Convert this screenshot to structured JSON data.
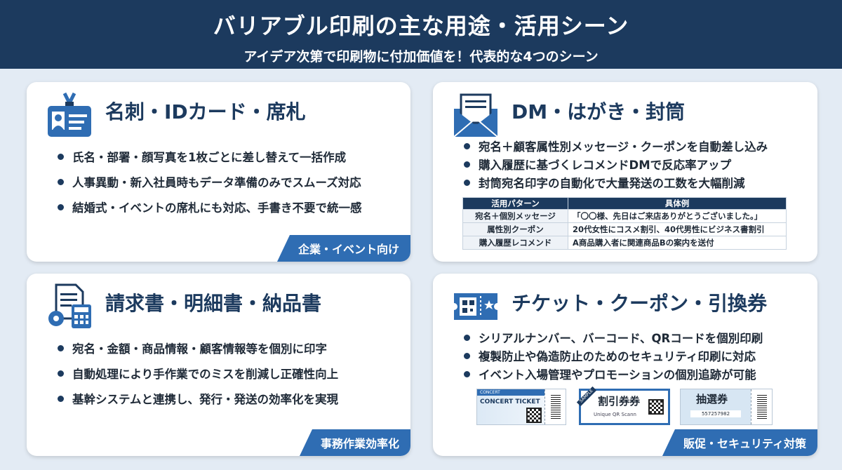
{
  "header": {
    "title": "バリアブル印刷の主な用途・活用シーン",
    "subtitle": "アイデア次第で印刷物に付加価値を！代表的な4つのシーン"
  },
  "cards": [
    {
      "icon": "id-card-icon",
      "title": "名刺・IDカード・席札",
      "items": [
        "氏名・部署・顔写真を1枚ごとに差し替えて一括作成",
        "人事異動・新入社員時もデータ準備のみでスムーズ対応",
        "結婚式・イベントの席札にも対応、手書き不要で統一感"
      ],
      "badge": "企業・イベント向け"
    },
    {
      "icon": "envelope-letter-icon",
      "title": "DM・はがき・封筒",
      "items": [
        "宛名＋顧客属性別メッセージ・クーポンを自動差し込み",
        "購入履歴に基づくレコメンドDMで反応率アップ",
        "封筒宛名印字の自動化で大量発送の工数を大幅削減"
      ],
      "table": {
        "headers": [
          "活用パターン",
          "具体例"
        ],
        "rows": [
          [
            "宛名＋個別メッセージ",
            "「〇〇様、先日はご来店ありがとうございました。」"
          ],
          [
            "属性別クーポン",
            "20代女性にコスメ割引、40代男性にビジネス書割引"
          ],
          [
            "購入履歴レコメンド",
            "A商品購入者に関連商品Bの案内を送付"
          ]
        ]
      }
    },
    {
      "icon": "document-calculator-gear-icon",
      "title": "請求書・明細書・納品書",
      "items": [
        "宛名・金額・商品情報・顧客情報等を個別に印字",
        "自動処理により手作業でのミスを削減し正確性向上",
        "基幹システムと連携し、発行・発送の効率化を実現"
      ],
      "badge": "事務作業効率化"
    },
    {
      "icon": "ticket-qr-icon",
      "title": "チケット・クーポン・引換券",
      "items": [
        "シリアルナンバー、バーコード、QRコードを個別印刷",
        "複製防止や偽造防止のためのセキュリティ印刷に対応",
        "イベント入場管理やプロモーションの個別追跡が可能"
      ],
      "badge": "販促・セキュリティ対策",
      "tickets": [
        {
          "title": "CONCERT TICKET",
          "label": "CONCERT"
        },
        {
          "title": "割引券券",
          "caption": "Unique QR Scann",
          "label": "SAMPLE"
        },
        {
          "title": "抽選券",
          "serial": "557257982"
        }
      ]
    }
  ],
  "colors": {
    "navy": "#1c3a5e",
    "accent": "#2f6db3",
    "background": "#e3ebf4"
  }
}
